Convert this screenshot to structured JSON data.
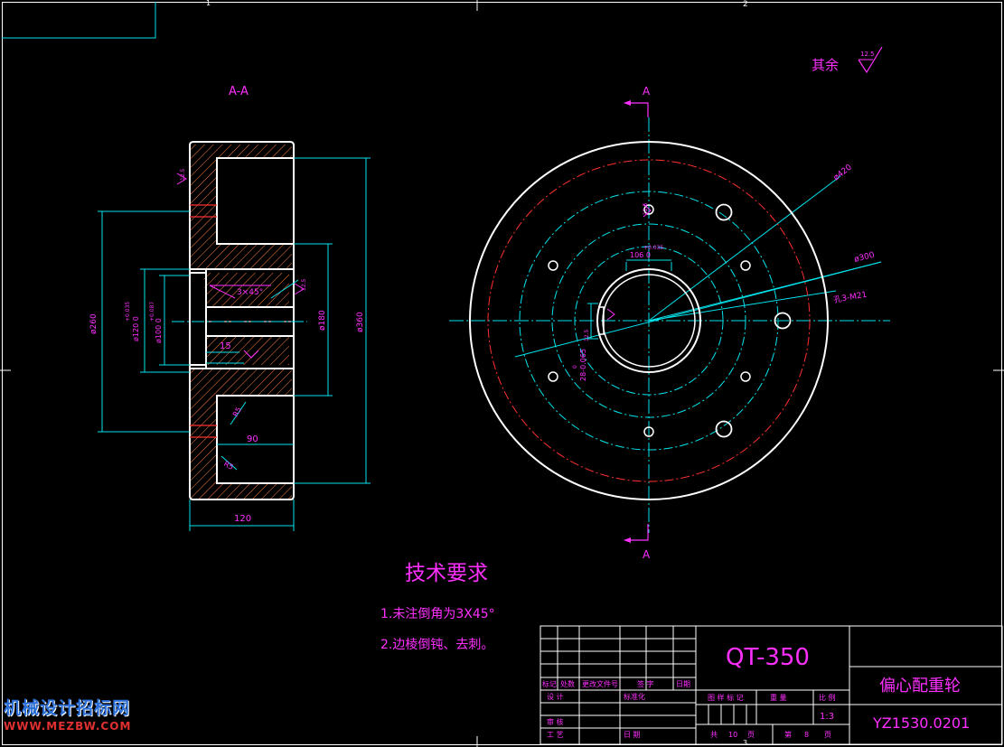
{
  "frame": {
    "zone_1": "1",
    "zone_2": "2",
    "zone_3": "3"
  },
  "section_view": {
    "title": "A-A",
    "dims": {
      "d260": "ø260",
      "d120": "ø120 0",
      "d120_tol": "+0.035",
      "d100": "ø100 0",
      "d100_tol": "+0.087",
      "d180": "ø180",
      "d360": "ø360",
      "chamfer": "3×45°",
      "len15": "15",
      "len90": "90",
      "len120": "120",
      "r5a": "R5",
      "r5b": "R5",
      "rough_a": "12.5",
      "rough_b": "12.5"
    }
  },
  "front_view": {
    "section_mark": "A",
    "dims": {
      "d420": "ø420",
      "d300": "ø300",
      "holes": "孔3-M21",
      "key106": "106 0",
      "key106_tol": "+0.035",
      "key28": "28-0.065",
      "key28_tol": "0",
      "rough_c": "12.5",
      "rough_d": "12.5"
    }
  },
  "roughness_note": {
    "label": "其余",
    "value": "12.5"
  },
  "tech_requirements": {
    "title": "技术要求",
    "items": [
      "1.未注倒角为3X45°",
      "2.边棱倒钝、去刺。"
    ]
  },
  "title_block": {
    "material": "QT-350",
    "part_name": "偏心配重轮",
    "drawing_no": "YZ1530.0201",
    "headers": {
      "mark": "标记",
      "count": "处数",
      "change_doc": "更改文件号",
      "sign": "签 字",
      "date": "日期",
      "design": "设 计",
      "standard": "标准化",
      "check": "审 核",
      "process": "工 艺",
      "date2": "日 期",
      "stage_mark": "图 样 标 记",
      "weight": "重 量",
      "scale": "比 例",
      "scale_value": "1:3",
      "total": "共",
      "total_n": "10",
      "page_unit": "页",
      "sheet": "第",
      "sheet_n": "8",
      "sheet_unit": "页"
    }
  },
  "watermark": {
    "line1": "机械设计招标网",
    "line2": "WWW.MEZBW.COM"
  },
  "colors": {
    "outline": "#ffffff",
    "centerline": "#00e5ee",
    "dimension": "#00e5ee",
    "text": "#ff30ff",
    "hatch": "#ff8040",
    "hidden": "#ff3030"
  }
}
